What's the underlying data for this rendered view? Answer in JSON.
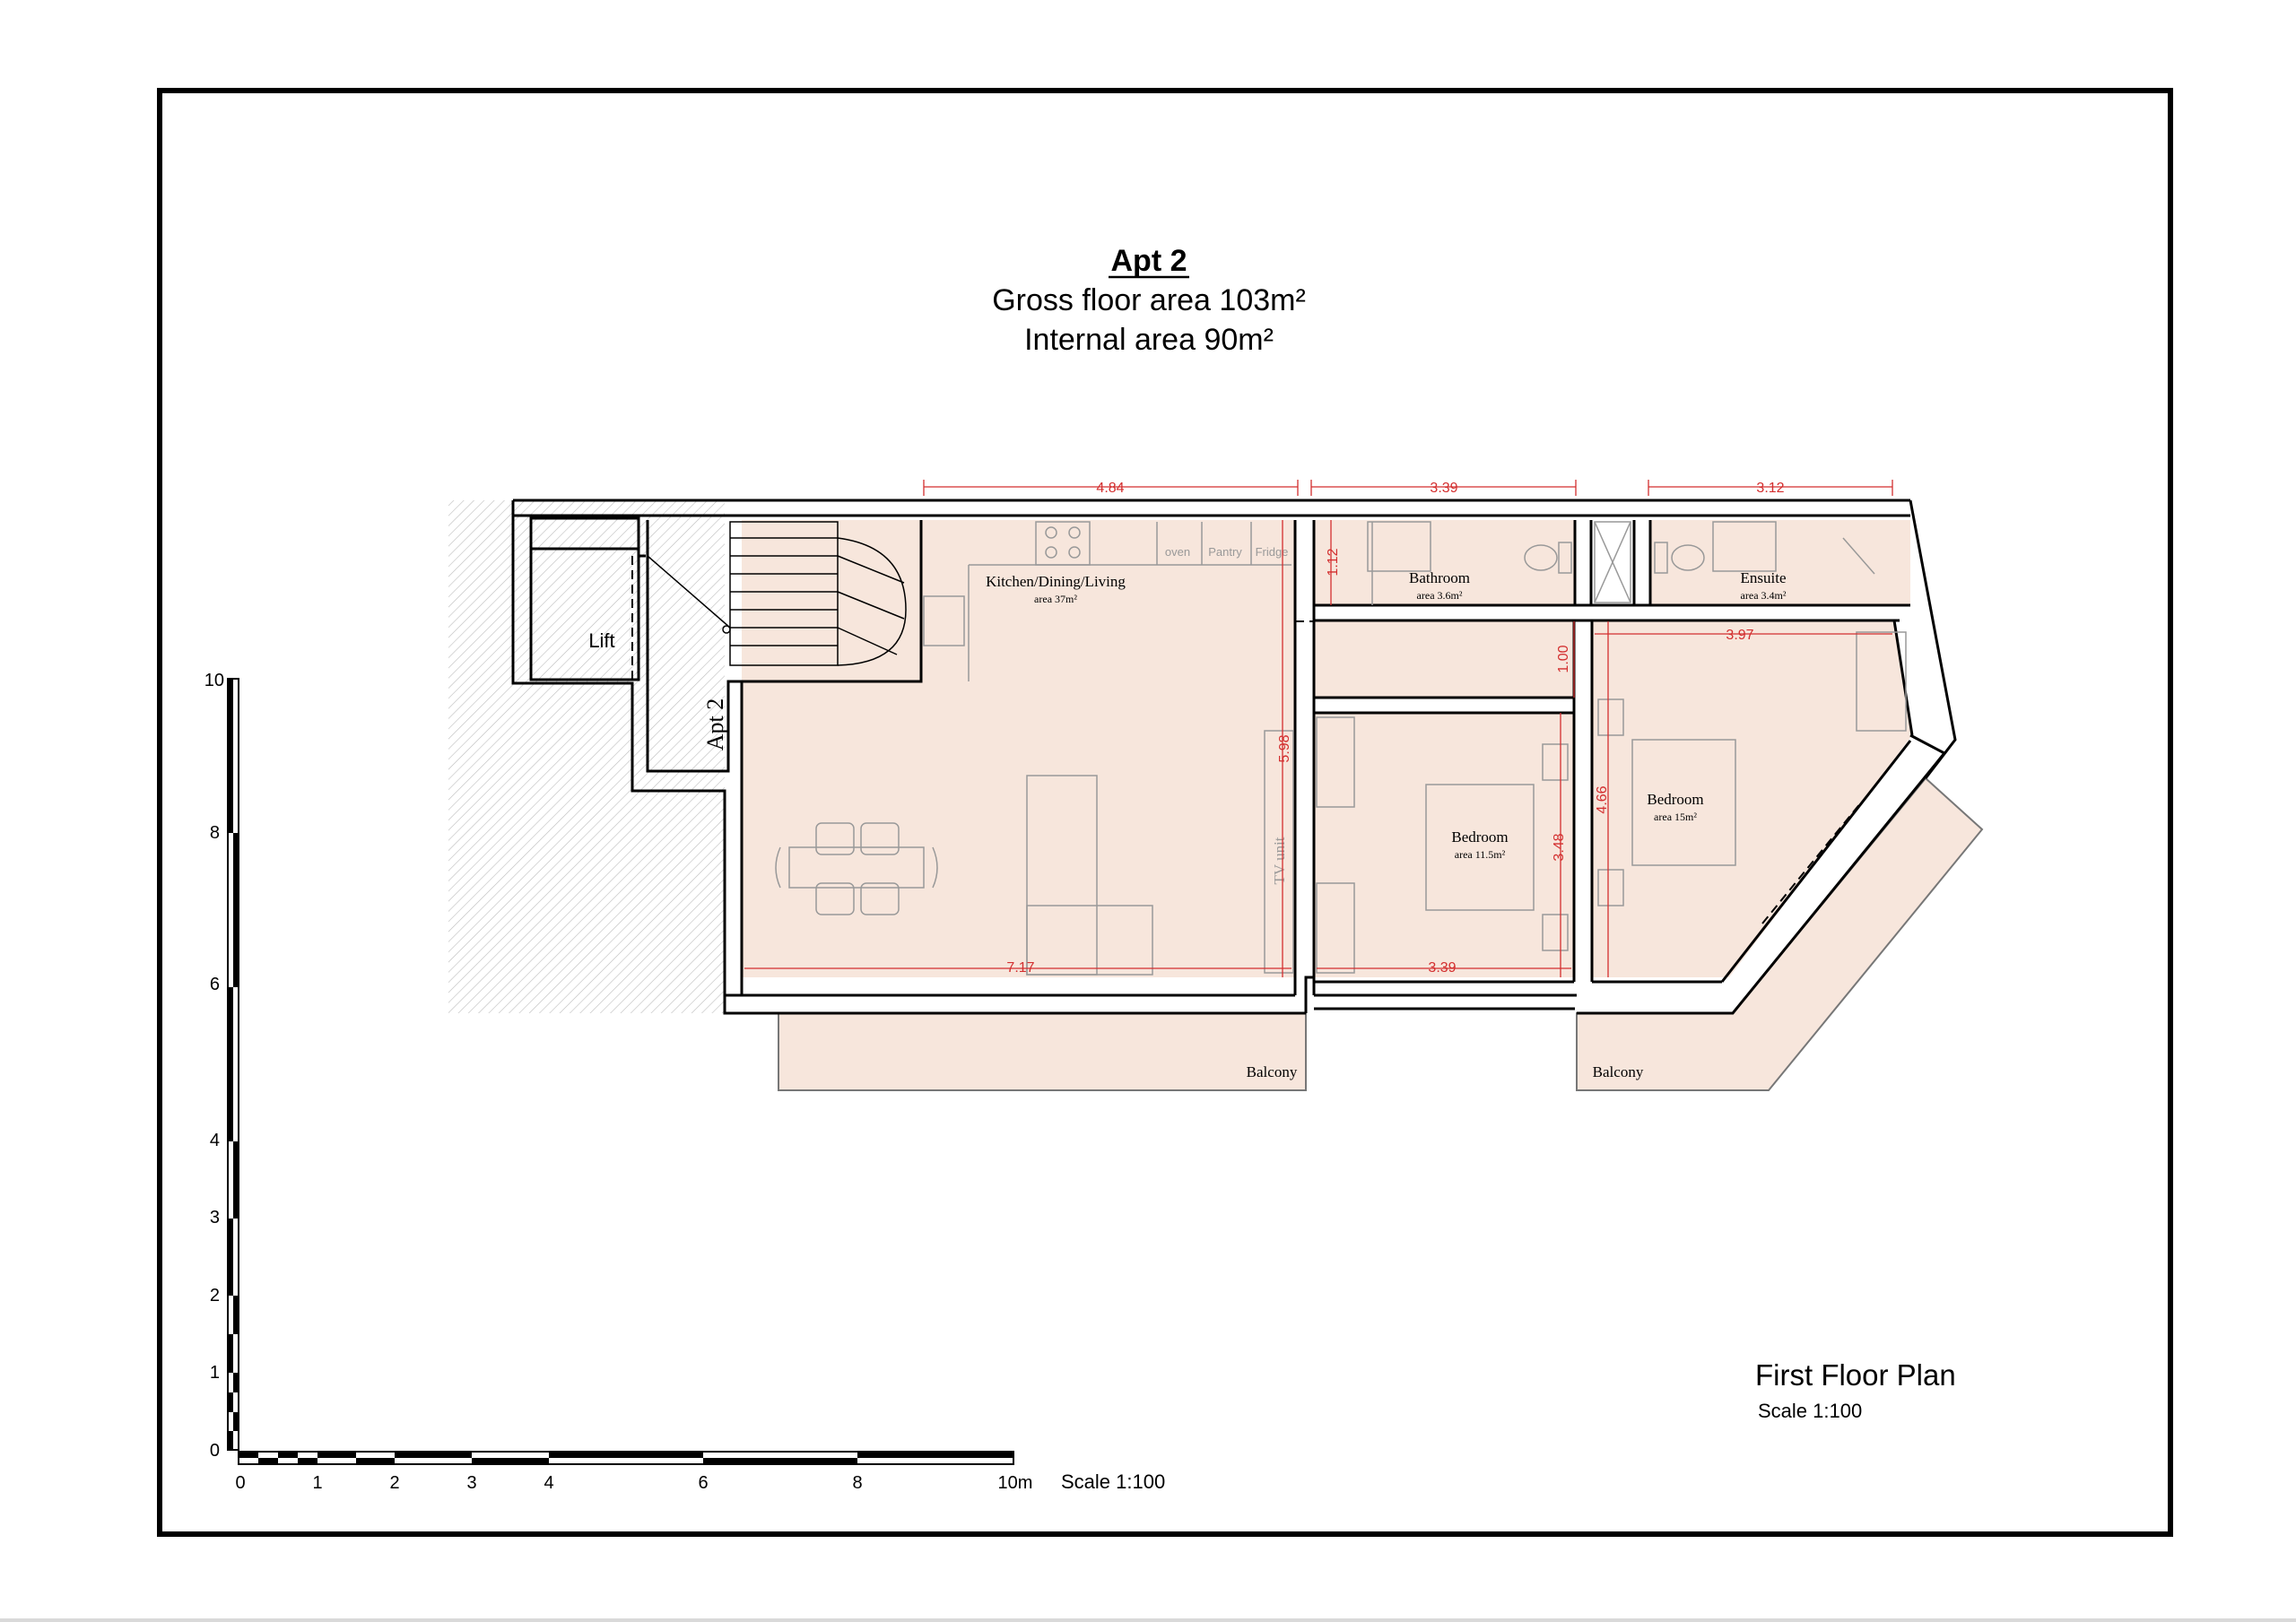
{
  "header": {
    "title": "Apt 2",
    "gross_area": "Gross floor area 103m²",
    "internal_area": "Internal area 90m²"
  },
  "rooms": {
    "kitchen": {
      "name": "Kitchen/Dining/Living",
      "area": "area 37m²"
    },
    "bathroom": {
      "name": "Bathroom",
      "area": "area 3.6m²"
    },
    "ensuite": {
      "name": "Ensuite",
      "area": "area 3.4m²"
    },
    "bedroom1": {
      "name": "Bedroom",
      "area": "area 11.5m²"
    },
    "bedroom2": {
      "name": "Bedroom",
      "area": "area 15m²"
    },
    "lift": "Lift",
    "apt_label": "Apt 2",
    "balcony1": "Balcony",
    "balcony2": "Balcony",
    "tv_unit": "TV unit"
  },
  "appliances": {
    "oven": "oven",
    "pantry": "Pantry",
    "fridge": "Fridge"
  },
  "dimensions": {
    "top1": "4.84",
    "top2": "3.39",
    "top3": "3.12",
    "kitchen_width": "7.17",
    "kitchen_depth": "5.98",
    "bath_depth": "1.12",
    "corridor": "1.00",
    "bed1_width": "3.39",
    "bed1_depth": "3.48",
    "bed2_width": "3.97",
    "bed2_depth": "4.66"
  },
  "vertical_scale": {
    "ticks": [
      "10",
      "8",
      "6",
      "4",
      "3",
      "2",
      "1",
      "0"
    ]
  },
  "horizontal_scale": {
    "ticks": [
      "0",
      "1",
      "2",
      "3",
      "4",
      "6",
      "8",
      "10m"
    ],
    "scale_label": "Scale 1:100"
  },
  "plan_title": {
    "title": "First Floor Plan",
    "scale": "Scale 1:100"
  },
  "colors": {
    "room_fill": "#f7e6dc",
    "dimension": "#d32f2f",
    "wall": "#000000",
    "hatch": "#bbbbbb"
  }
}
